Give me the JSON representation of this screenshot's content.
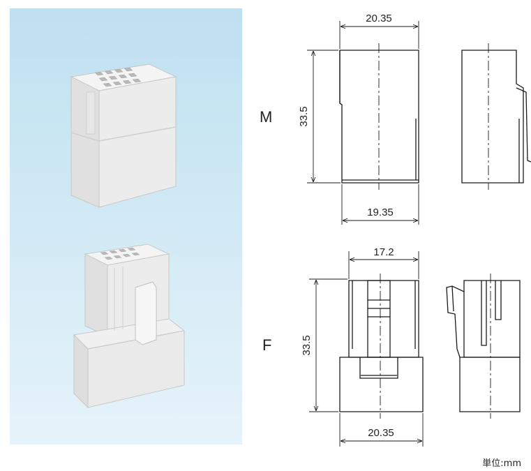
{
  "variants": [
    {
      "label": "M",
      "top_width": "20.35",
      "height": "33.5",
      "bottom_width": "19.35"
    },
    {
      "label": "F",
      "top_width": "17.2",
      "height": "33.5",
      "bottom_width": "20.35"
    }
  ],
  "unit_note": "単位:mm",
  "colors": {
    "panel_top": "#bfe0f0",
    "panel_bottom": "#e6f3fa",
    "line": "#1a1a1a",
    "part": "#eeeeee"
  },
  "icons": [
    "connector-photo-m",
    "connector-photo-f"
  ]
}
